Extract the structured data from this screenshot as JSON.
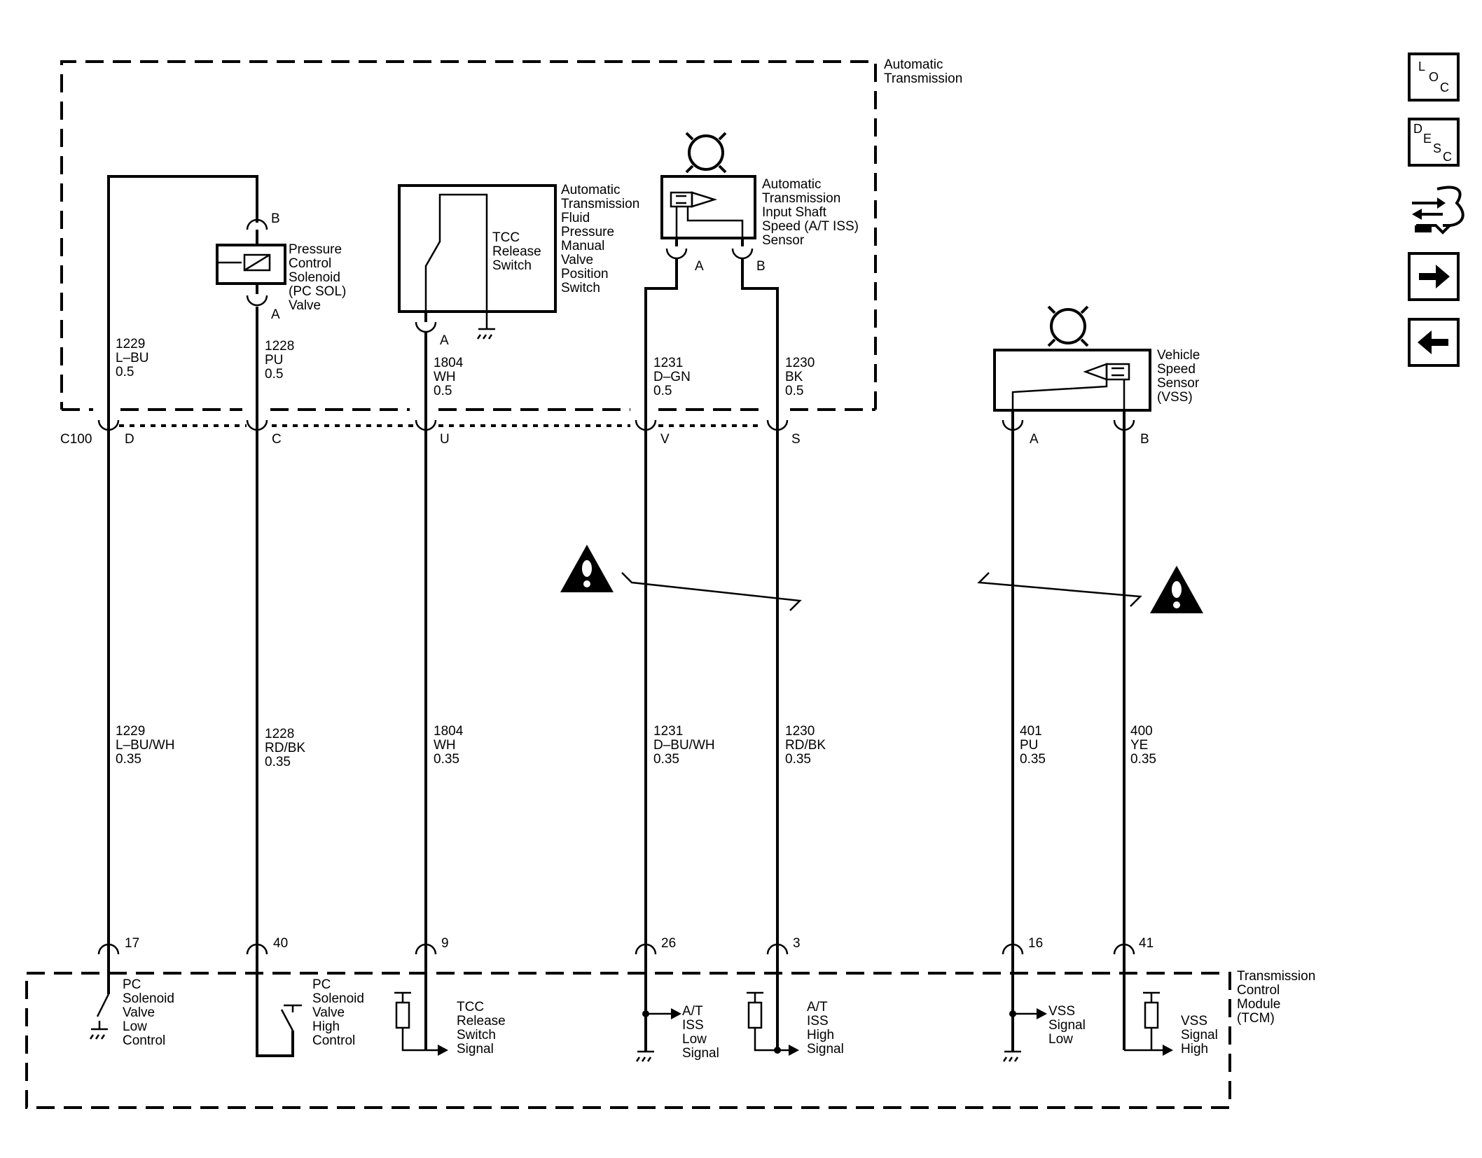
{
  "labels": {
    "auto_trans": [
      "Automatic",
      "Transmission"
    ],
    "pc_sol": [
      "Pressure",
      "Control",
      "Solenoid",
      "(PC SOL)",
      "Valve"
    ],
    "fluid_switch": [
      "Automatic",
      "Transmission",
      "Fluid",
      "Pressure",
      "Manual",
      "Valve",
      "Position",
      "Switch"
    ],
    "tcc_switch": [
      "TCC",
      "Release",
      "Switch"
    ],
    "iss_sensor": [
      "Automatic",
      "Transmission",
      "Input Shaft",
      "Speed (A/T ISS)",
      "Sensor"
    ],
    "vss_sensor": [
      "Vehicle",
      "Speed",
      "Sensor",
      "(VSS)"
    ],
    "tcm": [
      "Transmission",
      "Control",
      "Module",
      "(TCM)"
    ],
    "c100": "C100"
  },
  "pins": {
    "pc_b": "B",
    "pc_a": "A",
    "tcc_a": "A",
    "iss_a": "A",
    "iss_b": "B",
    "vss_a": "A",
    "vss_b": "B"
  },
  "c100_pins": [
    "D",
    "C",
    "U",
    "V",
    "S"
  ],
  "tcm_pins": [
    "17",
    "40",
    "9",
    "26",
    "3",
    "16",
    "41"
  ],
  "upper_wires": [
    {
      "circuit": "1229",
      "color": "L–BU",
      "size": "0.5"
    },
    {
      "circuit": "1228",
      "color": "PU",
      "size": "0.5"
    },
    {
      "circuit": "1804",
      "color": "WH",
      "size": "0.5"
    },
    {
      "circuit": "1231",
      "color": "D–GN",
      "size": "0.5"
    },
    {
      "circuit": "1230",
      "color": "BK",
      "size": "0.5"
    }
  ],
  "lower_wires": [
    {
      "circuit": "1229",
      "color": "L–BU/WH",
      "size": "0.35"
    },
    {
      "circuit": "1228",
      "color": "RD/BK",
      "size": "0.35"
    },
    {
      "circuit": "1804",
      "color": "WH",
      "size": "0.35"
    },
    {
      "circuit": "1231",
      "color": "D–BU/WH",
      "size": "0.35"
    },
    {
      "circuit": "1230",
      "color": "RD/BK",
      "size": "0.35"
    },
    {
      "circuit": "401",
      "color": "PU",
      "size": "0.35"
    },
    {
      "circuit": "400",
      "color": "YE",
      "size": "0.35"
    }
  ],
  "tcm_functions": [
    [
      "PC",
      "Solenoid",
      "Valve",
      "Low",
      "Control"
    ],
    [
      "PC",
      "Solenoid",
      "Valve",
      "High",
      "Control"
    ],
    [
      "TCC",
      "Release",
      "Switch",
      "Signal"
    ],
    [
      "A/T",
      "ISS",
      "Low",
      "Signal"
    ],
    [
      "A/T",
      "ISS",
      "High",
      "Signal"
    ],
    [
      "VSS",
      "Signal",
      "Low"
    ],
    [
      "VSS",
      "Signal",
      "High"
    ]
  ],
  "nav": {
    "loc": [
      "L",
      "O",
      "C"
    ],
    "desc": [
      "D",
      "E",
      "S",
      "C"
    ],
    "icons": [
      "loc-icon",
      "desc-icon",
      "connector-icon",
      "next-icon",
      "previous-icon"
    ]
  }
}
